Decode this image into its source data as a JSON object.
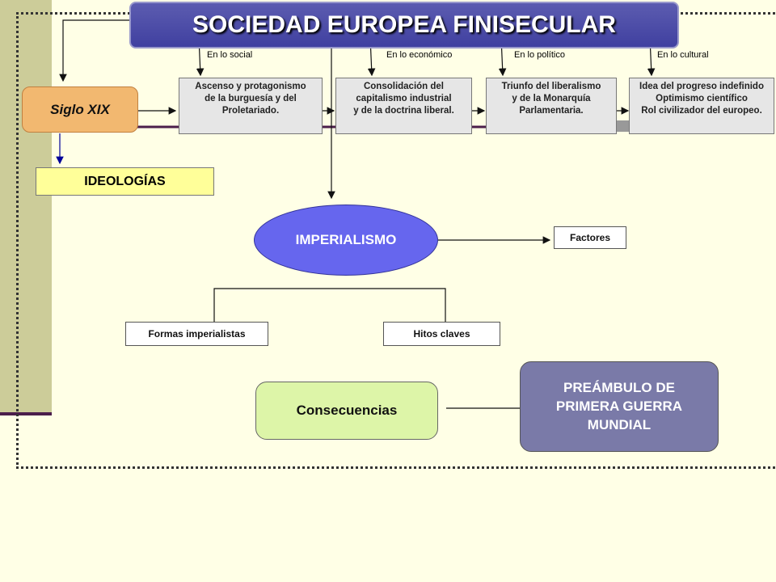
{
  "title": "SOCIEDAD EUROPEA FINISECULAR",
  "aspects": [
    {
      "label": "En  lo   social",
      "box_lines": [
        "Ascenso y protagonismo",
        "de la burguesía y del",
        "Proletariado."
      ]
    },
    {
      "label": "En  lo  económico",
      "box_lines": [
        "Consolidación del",
        "capitalismo industrial",
        "y de la doctrina liberal."
      ]
    },
    {
      "label": "En  lo político",
      "box_lines": [
        "Triunfo del liberalismo",
        "y de la Monarquía",
        "Parlamentaria."
      ]
    },
    {
      "label": "En lo cultural",
      "box_lines": [
        "Idea del progreso indefinido",
        "Optimismo científico",
        "Rol civilizador del europeo."
      ]
    }
  ],
  "siglo": "Siglo XIX",
  "ideologias": "IDEOLOGÍAS",
  "imperialismo": "IMPERIALISMO",
  "factores": "Factores",
  "formas": "Formas imperialistas",
  "hitos": "Hitos claves",
  "consecuencias": "Consecuencias",
  "preambulo_lines": [
    "PREÁMBULO DE",
    "PRIMERA GUERRA",
    "MUNDIAL"
  ],
  "colors": {
    "title_bg": "#4A4AA6",
    "ellipse": "#6666EE",
    "siglo_bg": "#F2B870",
    "accent_line": "#4B1E4B"
  }
}
